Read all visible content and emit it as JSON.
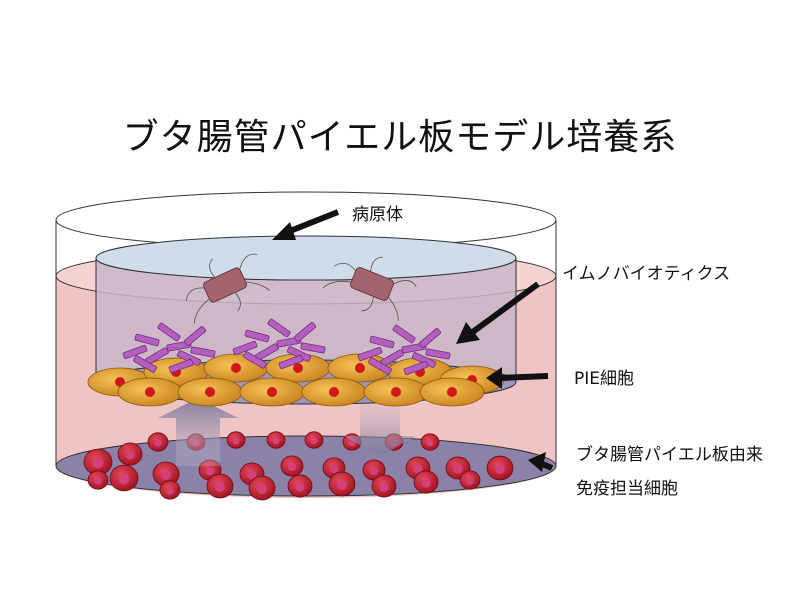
{
  "title": "ブタ腸管パイエル板モデル培養系",
  "labels": {
    "pathogen": "病原体",
    "immunobiotics": "イムノバイオティクス",
    "pie_cells": "PIE細胞",
    "immune_cells_line1": "ブタ腸管パイエル板由来",
    "immune_cells_line2": "免疫担当細胞"
  },
  "colors": {
    "medium": "#f0c4c4",
    "insert_medium": "#c9b3c6",
    "pie_cell": "#e8a12c",
    "nucleus": "#d01818",
    "immune_cell": "#c41a2c",
    "immunobiotic": "#b45fc0",
    "pathogen": "#a06068",
    "membrane": "#9898b8"
  }
}
